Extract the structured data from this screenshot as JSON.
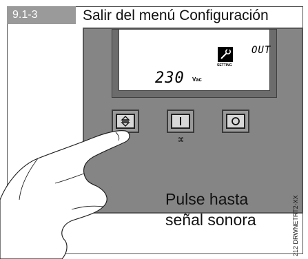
{
  "step": {
    "number": "9.1-3",
    "title": "Salir del menú Configuración"
  },
  "display": {
    "value": "230",
    "unit": "Vac",
    "mode_label": "SETTING",
    "status": "OUT"
  },
  "buttons": [
    {
      "icon": "up-down-arrow-icon"
    },
    {
      "icon": "on-power-icon"
    },
    {
      "icon": "off-power-icon"
    }
  ],
  "instruction": {
    "line1": "Pulse hasta",
    "line2": "señal sonora"
  },
  "figure_code": "212 DRWNETRT2-XX",
  "colors": {
    "device": "#858585",
    "tag": "#9a9a9a",
    "button": "#9a9a9a",
    "lcd": "#ffffff"
  }
}
